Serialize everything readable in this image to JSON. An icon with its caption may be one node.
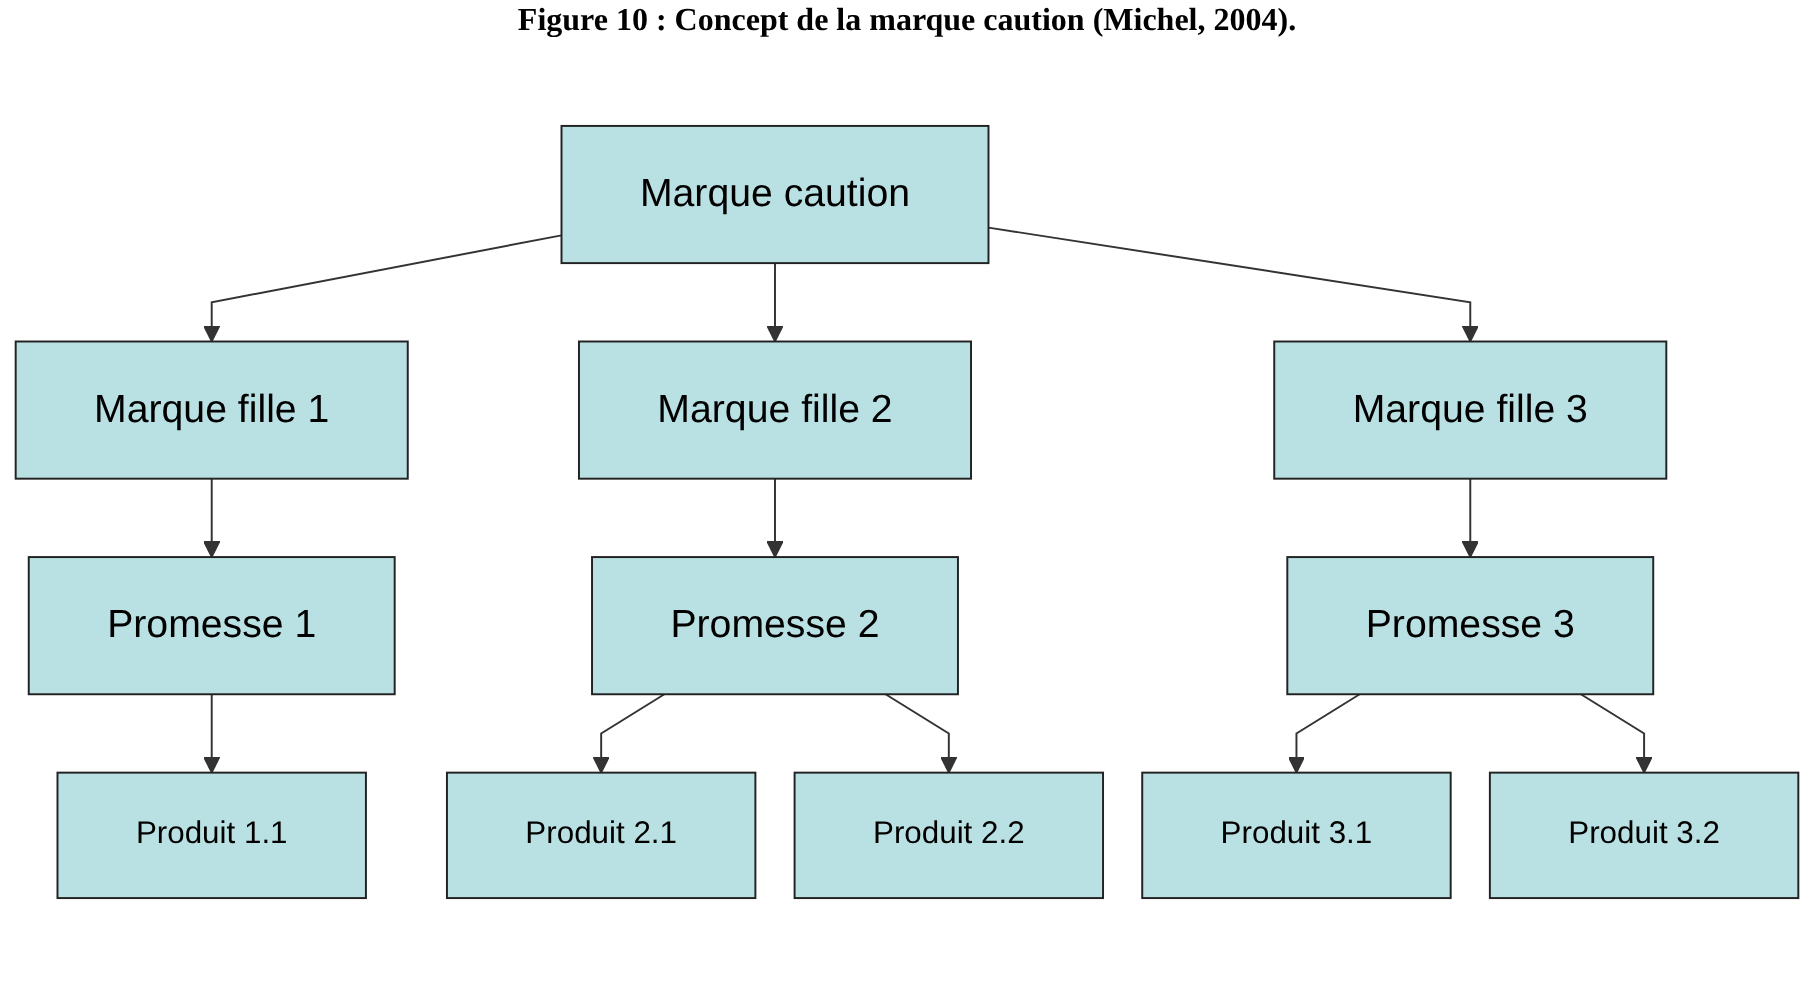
{
  "diagram": {
    "title": "Figure 10 : Concept de la marque caution (Michel, 2004).",
    "nodes": [
      {
        "text": [
          "Marque caution"
        ]
      },
      {
        "text": [
          "Marque fille 1"
        ]
      },
      {
        "text": [
          "Marque fille 2"
        ]
      },
      {
        "text": [
          "Marque fille 3"
        ]
      },
      {
        "text": [
          "Promesse 1"
        ]
      },
      {
        "text": [
          "Promesse 2"
        ]
      },
      {
        "text": [
          "Promesse 3"
        ]
      },
      {
        "text": [
          "Produit 1.1"
        ]
      },
      {
        "text": [
          "Produit 2.1"
        ]
      },
      {
        "text": [
          "Produit 2.2"
        ]
      },
      {
        "text": [
          "Produit 3.1"
        ]
      },
      {
        "text": [
          "Produit 3.2"
        ]
      }
    ],
    "edges": [
      {
        "from": 0,
        "to": 1,
        "arrow": "to"
      },
      {
        "from": 0,
        "to": 2,
        "arrow": "to"
      },
      {
        "from": 0,
        "to": 3,
        "arrow": "to"
      },
      {
        "from": 1,
        "to": 4,
        "arrow": "to"
      },
      {
        "from": 2,
        "to": 5,
        "arrow": "to"
      },
      {
        "from": 3,
        "to": 6,
        "arrow": "to"
      },
      {
        "from": 4,
        "to": 7,
        "arrow": "to"
      },
      {
        "from": 5,
        "to": 8,
        "arrow": "to"
      },
      {
        "from": 5,
        "to": 9,
        "arrow": "to"
      },
      {
        "from": 6,
        "to": 10,
        "arrow": "to"
      },
      {
        "from": 6,
        "to": 11,
        "arrow": "to"
      }
    ]
  }
}
